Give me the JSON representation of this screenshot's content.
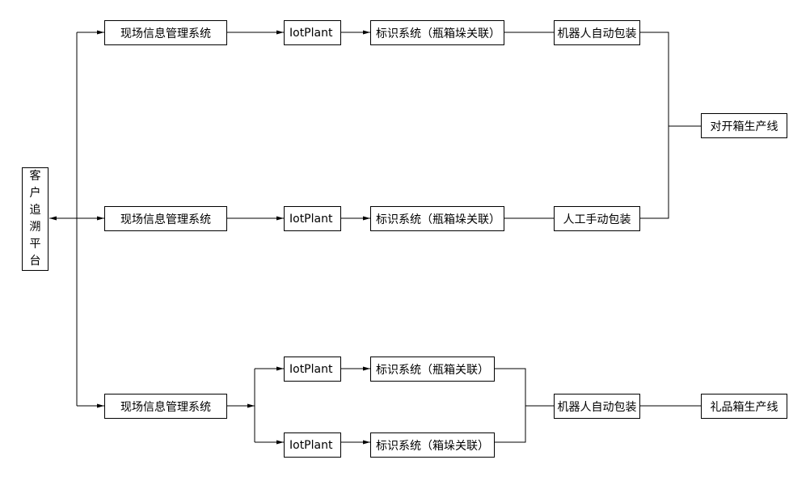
{
  "nodes": {
    "trace_platform": [
      "客",
      "户",
      "追",
      "溯",
      "平",
      "台"
    ],
    "sim_1": "现场信息管理系统",
    "sim_2": "现场信息管理系统",
    "sim_3": "现场信息管理系统",
    "iot_1": "IotPlant",
    "iot_2": "IotPlant",
    "iot_3a": "IotPlant",
    "iot_3b": "IotPlant",
    "marking_1": "标识系统（瓶箱垛关联）",
    "marking_2": "标识系统（瓶箱垛关联）",
    "marking_3a": "标识系统（瓶箱关联）",
    "marking_3b": "标识系统（箱垛关联）",
    "pack_robot_1": "机器人自动包装",
    "pack_manual": "人工手动包装",
    "pack_robot_3": "机器人自动包装",
    "line_open_box": "对开箱生产线",
    "line_gift_box": "礼品箱生产线"
  },
  "colors": {
    "line": "#000000",
    "box_border": "#000000",
    "text": "#000000"
  }
}
